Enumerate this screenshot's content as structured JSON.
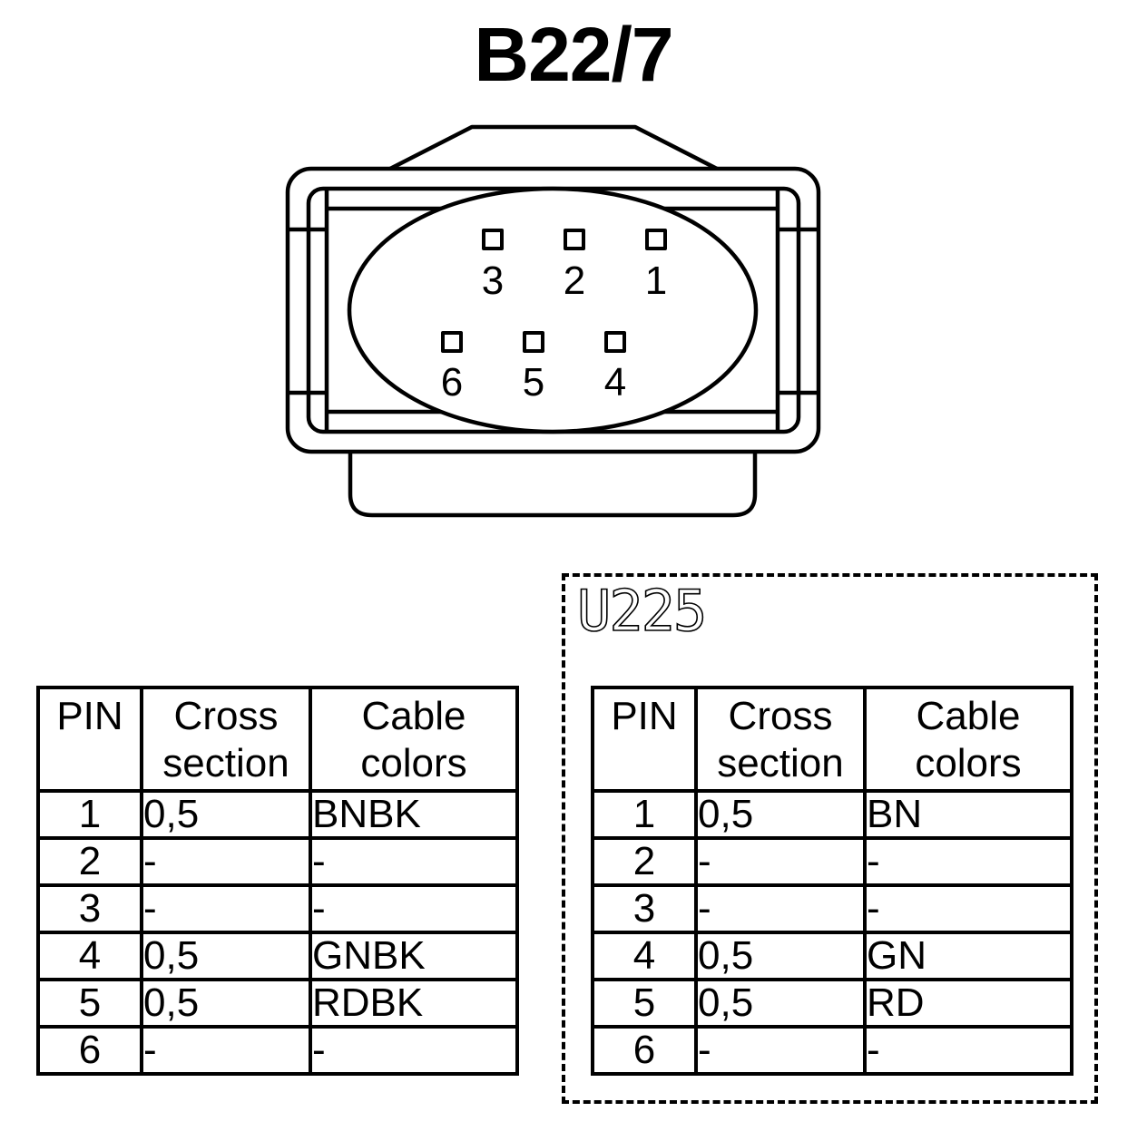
{
  "title": "B22/7",
  "connector": {
    "pins_top": [
      {
        "pin": "3"
      },
      {
        "pin": "2"
      },
      {
        "pin": "1"
      }
    ],
    "pins_bottom": [
      {
        "pin": "6"
      },
      {
        "pin": "5"
      },
      {
        "pin": "4"
      }
    ]
  },
  "tables": [
    {
      "headers": [
        "PIN",
        "Cross section",
        "Cable colors"
      ],
      "rows": [
        [
          "1",
          "0,5",
          "BNBK"
        ],
        [
          "2",
          "-",
          "-"
        ],
        [
          "3",
          "-",
          "-"
        ],
        [
          "4",
          "0,5",
          "GNBK"
        ],
        [
          "5",
          "0,5",
          "RDBK"
        ],
        [
          "6",
          "-",
          "-"
        ]
      ]
    },
    {
      "variant_label": "U225",
      "headers": [
        "PIN",
        "Cross section",
        "Cable colors"
      ],
      "rows": [
        [
          "1",
          "0,5",
          "BN"
        ],
        [
          "2",
          "-",
          "-"
        ],
        [
          "3",
          "-",
          "-"
        ],
        [
          "4",
          "0,5",
          "GN"
        ],
        [
          "5",
          "0,5",
          "RD"
        ],
        [
          "6",
          "-",
          "-"
        ]
      ]
    }
  ]
}
